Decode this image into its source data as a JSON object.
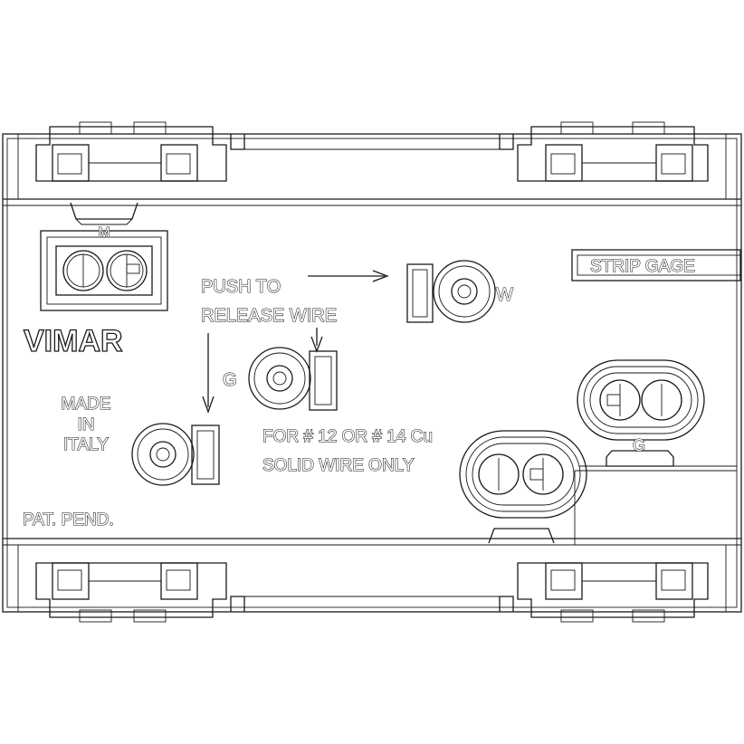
{
  "labels": {
    "brand": "VIMAR",
    "made_line1": "MADE",
    "made_line2": "IN",
    "made_line3": "ITALY",
    "pat": "PAT. PEND.",
    "push_line1": "PUSH TO",
    "push_line2": "RELEASE WIRE",
    "spec_line1": "FOR # 12 OR # 14 Cu",
    "spec_line2": "SOLID WIRE ONLY",
    "strip_gage": "STRIP GAGE",
    "term_w": "W",
    "term_g_left": "G",
    "term_g_right": "G",
    "top_m": "M"
  }
}
